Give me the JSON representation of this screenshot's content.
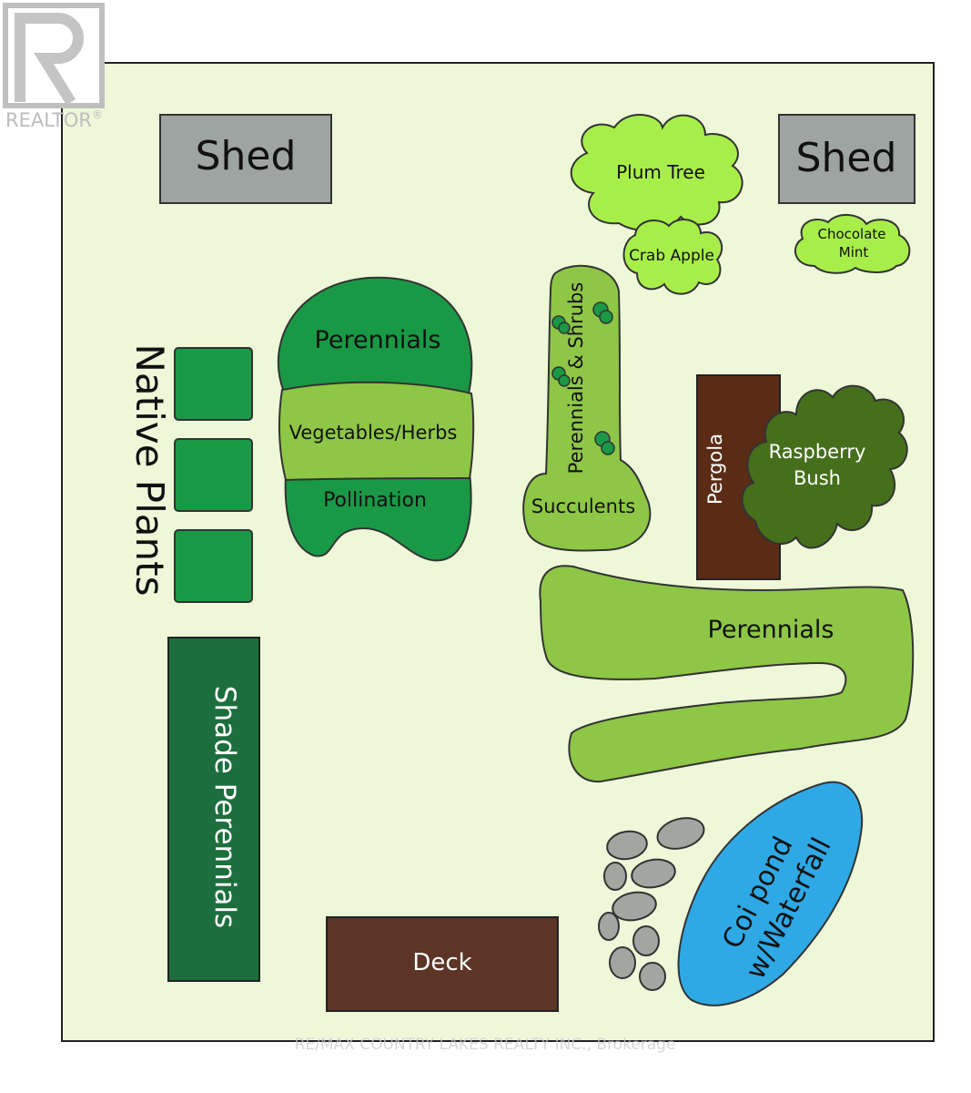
{
  "logo": {
    "text": "REALTOR",
    "reg": "®"
  },
  "watermark": "RE/MAX COUNTRY LAKES REALTY INC., Brokerage",
  "labels": {
    "shed_left": "Shed",
    "shed_right": "Shed",
    "plum_tree": "Plum Tree",
    "crab_apple": "Crab Apple",
    "chocolate_mint_1": "Chocolate",
    "chocolate_mint_2": "Mint",
    "native_plants": "Native Plants",
    "perennials_top": "Perennials",
    "vegetables_herbs": "Vegetables/Herbs",
    "pollination": "Pollination",
    "perennials_shrubs": "Perennials & Shrubs",
    "succulents": "Succulents",
    "pergola": "Pergola",
    "raspberry_1": "Raspberry",
    "raspberry_2": "Bush",
    "perennials_right": "Perennials",
    "shade_perennials": "Shade Perennials",
    "coi_pond_1": "Coi pond",
    "coi_pond_2": "w/Waterfall",
    "deck": "Deck"
  },
  "colors": {
    "lawn": "#eef8d9",
    "shed": "#9ea4a1",
    "dark_green": "#199945",
    "medium_green": "#8ec646",
    "bright_green": "#a8ee4a",
    "raspberry": "#466f1b",
    "pergola": "#5a2c16",
    "deck": "#5c3526",
    "shade": "#1c6f3d",
    "pond": "#2ea9e6",
    "stone": "#a1a6a3"
  }
}
